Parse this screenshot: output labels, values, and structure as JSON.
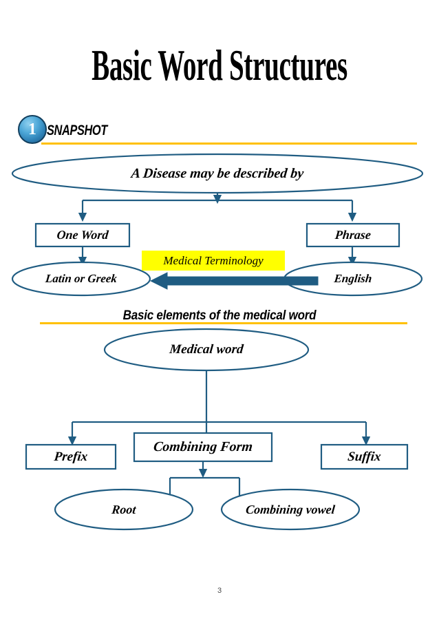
{
  "page": {
    "title": "Basic Word Structures",
    "page_number": "3",
    "background_color": "#ffffff"
  },
  "snapshot_section": {
    "badge_number": "1",
    "label": "SNAPSHOT",
    "rule_color": "#ffc000"
  },
  "elements_section": {
    "heading": "Basic elements of the medical word",
    "rule_color": "#ffc000"
  },
  "theme": {
    "stroke_color": "#1f5c82",
    "thick_arrow_color": "#1f5c82",
    "highlight_color": "#ffff00",
    "text_color": "#000000"
  },
  "diagram_top": {
    "root": {
      "label": "A Disease may be described by",
      "shape": "ellipse"
    },
    "branches": [
      {
        "label": "One Word",
        "shape": "rectangle",
        "child": {
          "label": "Latin or Greek",
          "shape": "ellipse"
        }
      },
      {
        "label": "Phrase",
        "shape": "rectangle",
        "child": {
          "label": "English",
          "shape": "ellipse"
        }
      }
    ],
    "highlight_chip": {
      "label": "Medical Terminology"
    },
    "cross_arrow": {
      "from": "English",
      "to": "Latin or Greek",
      "direction": "left"
    }
  },
  "diagram_bottom": {
    "root": {
      "label": "Medical word",
      "shape": "ellipse"
    },
    "branches": [
      {
        "label": "Prefix",
        "shape": "rectangle"
      },
      {
        "label": "Combining Form",
        "shape": "rectangle",
        "children": [
          {
            "label": "Root",
            "shape": "ellipse"
          },
          {
            "label": "Combining vowel",
            "shape": "ellipse"
          }
        ]
      },
      {
        "label": "Suffix",
        "shape": "rectangle"
      }
    ]
  }
}
